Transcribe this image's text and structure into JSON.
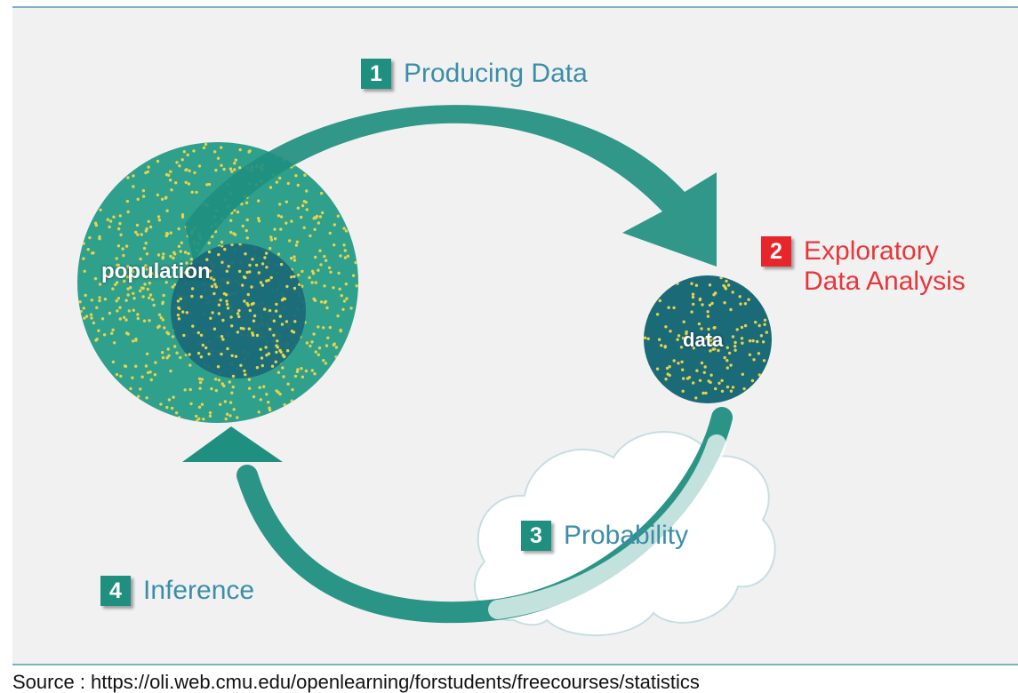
{
  "colors": {
    "teal": "#1f8f80",
    "population_fill": "#2fa08c",
    "sample_fill": "#1a6a78",
    "dots": "#e8d24a",
    "accent_red": "#e8252a",
    "label_blue": "#3b8ea8",
    "background": "#f1f1f1"
  },
  "steps": [
    {
      "number": "1",
      "label": "Producing Data"
    },
    {
      "number": "2",
      "label_line1": "Exploratory",
      "label_line2": "Data Analysis"
    },
    {
      "number": "3",
      "label": "Probability"
    },
    {
      "number": "4",
      "label": "Inference"
    }
  ],
  "nodes": {
    "population": "population",
    "data": "data"
  },
  "source_text": "Source : https://oli.web.cmu.edu/openlearning/forstudents/freecourses/statistics"
}
